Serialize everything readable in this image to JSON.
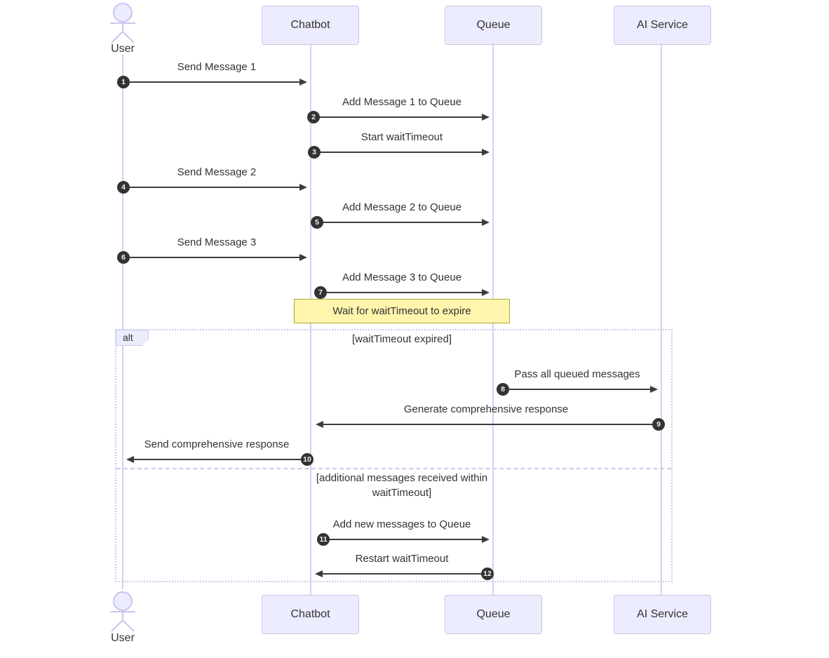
{
  "diagram": {
    "type": "sequence",
    "actors": [
      {
        "name": "User",
        "kind": "actor"
      },
      {
        "name": "Chatbot",
        "kind": "participant"
      },
      {
        "name": "Queue",
        "kind": "participant"
      },
      {
        "name": "AI Service",
        "kind": "participant"
      }
    ],
    "messages": [
      {
        "num": "1",
        "from": "User",
        "to": "Chatbot",
        "label": "Send Message 1"
      },
      {
        "num": "2",
        "from": "Chatbot",
        "to": "Queue",
        "label": "Add Message 1 to Queue"
      },
      {
        "num": "3",
        "from": "Chatbot",
        "to": "Queue",
        "label": "Start waitTimeout"
      },
      {
        "num": "4",
        "from": "User",
        "to": "Chatbot",
        "label": "Send Message 2"
      },
      {
        "num": "5",
        "from": "Chatbot",
        "to": "Queue",
        "label": "Add Message 2 to Queue"
      },
      {
        "num": "6",
        "from": "User",
        "to": "Chatbot",
        "label": "Send Message 3"
      },
      {
        "num": "7",
        "from": "Chatbot",
        "to": "Queue",
        "label": "Add Message 3 to Queue"
      },
      {
        "num": "8",
        "from": "Queue",
        "to": "AI Service",
        "label": "Pass all queued messages"
      },
      {
        "num": "9",
        "from": "AI Service",
        "to": "Chatbot",
        "label": "Generate comprehensive response"
      },
      {
        "num": "10",
        "from": "Chatbot",
        "to": "User",
        "label": "Send comprehensive response"
      },
      {
        "num": "11",
        "from": "Chatbot",
        "to": "Queue",
        "label": "Add new messages to Queue"
      },
      {
        "num": "12",
        "from": "Queue",
        "to": "Chatbot",
        "label": "Restart waitTimeout"
      }
    ],
    "note": {
      "text": "Wait for waitTimeout to expire",
      "over": [
        "Chatbot",
        "Queue"
      ]
    },
    "alt": {
      "label": "alt",
      "sections": [
        {
          "condition": "[waitTimeout expired]"
        },
        {
          "condition": "[additional messages received within waitTimeout]"
        }
      ]
    }
  },
  "colors": {
    "actor_fill": "#ECECFF",
    "actor_border": "#C9C6DE",
    "note_fill": "#FFF5AD",
    "note_border": "#AAAA33",
    "message_line": "#3C3C3C",
    "lifeline": "#D6CEF2",
    "frame_border": "#C9C9E8",
    "sequence_number_fill": "#333333",
    "text": "#333333"
  }
}
